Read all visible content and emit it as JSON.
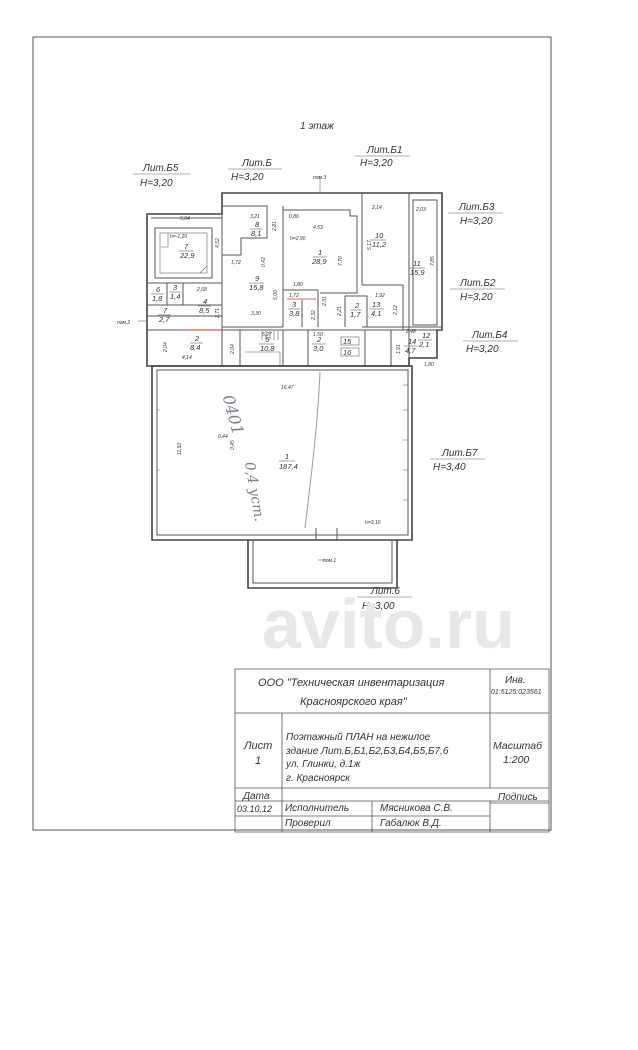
{
  "floor_title": "1 этаж",
  "lit_labels": [
    {
      "id": "b5",
      "name": "Лит.Б5",
      "height": "H=3,20"
    },
    {
      "id": "b",
      "name": "Лит.Б",
      "height": "H=3,20"
    },
    {
      "id": "b1",
      "name": "Лит.Б1",
      "height": "H=3,20"
    },
    {
      "id": "b3",
      "name": "Лит.Б3",
      "height": "H=3,20"
    },
    {
      "id": "b2",
      "name": "Лит.Б2",
      "height": "H=3,20"
    },
    {
      "id": "b4",
      "name": "Лит.Б4",
      "height": "H=3,20"
    },
    {
      "id": "b7",
      "name": "Лит.Б7",
      "height": "H=3,40"
    },
    {
      "id": "b6",
      "name": "Лит.6",
      "height": "H=3,00"
    }
  ],
  "rooms": [
    {
      "num": "1",
      "area": "28,9"
    },
    {
      "num": "1",
      "area": "187,4"
    },
    {
      "num": "2",
      "area": "8,4"
    },
    {
      "num": "2",
      "area": "1,7"
    },
    {
      "num": "2",
      "area": "3,0"
    },
    {
      "num": "3",
      "area": "1,4"
    },
    {
      "num": "3",
      "area": "3,8"
    },
    {
      "num": "4",
      "area": "8,5"
    },
    {
      "num": "5",
      "area": "10,8"
    },
    {
      "num": "6",
      "area": "1,8"
    },
    {
      "num": "7",
      "area": "22,9"
    },
    {
      "num": "7",
      "area": "2,7"
    },
    {
      "num": "8",
      "area": "8,1"
    },
    {
      "num": "9",
      "area": "15,8"
    },
    {
      "num": "10",
      "area": "11,2"
    },
    {
      "num": "11",
      "area": "15,9"
    },
    {
      "num": "12",
      "area": "2,1"
    },
    {
      "num": "13",
      "area": "4,1"
    },
    {
      "num": "14",
      "area": "4,7"
    },
    {
      "num": "15",
      "area": ""
    },
    {
      "num": "16",
      "area": ""
    }
  ],
  "dimensions": [
    "5,04",
    "3,21",
    "2,81",
    "0,86",
    "4,53",
    "2,14",
    "2,03",
    "4,52",
    "1,72",
    "0,42",
    "5,00",
    "7,70",
    "5,17",
    "7,85",
    "2,68",
    "2,71",
    "1,80",
    "1,72",
    "2,32",
    "2,21",
    "1,92",
    "2,12",
    "3,30",
    "5,27",
    "1,50",
    "2,48",
    "2,04",
    "4,14",
    "2,04",
    "1,91",
    "1,80",
    "16,47",
    "11,50",
    "0,44",
    "0,45",
    "2,31"
  ],
  "annotations": {
    "h_basement": "h=-1,20",
    "h_room1": "h=2,90",
    "h_big": "h=3,10",
    "pom1": "пом.1",
    "pom2": "пом.2",
    "pom3": "пом.3",
    "handwriting_1": "0401",
    "handwriting_2": "0,4 уст.",
    "watermark": "avito.ru"
  },
  "title_block": {
    "org_line1": "ООО \"Техническая инвентаризация",
    "org_line2": "Красноярского края\"",
    "inv_label": "Инв.",
    "inv_number": "01:5125:023561",
    "sheet_label": "Лист",
    "sheet_number": "1",
    "plan_line1": "Поэтажный  ПЛАН  на  нежилое",
    "plan_line2": "здание  Лит.Б,Б1,Б2,Б3,Б4,Б5,Б7,6",
    "plan_line3": "ул.  Глинки,  д.1ж",
    "plan_line4": "г.  Красноярск",
    "scale_label": "Масштаб",
    "scale_value": "1:200",
    "date_label": "Дата",
    "date_value": "03.10.12",
    "sign_label": "Подпись",
    "executor_label": "Исполнитель",
    "executor_name": "Мясникова С.В.",
    "checked_label": "Проверил",
    "checked_name": "Габалюк В.Д."
  }
}
